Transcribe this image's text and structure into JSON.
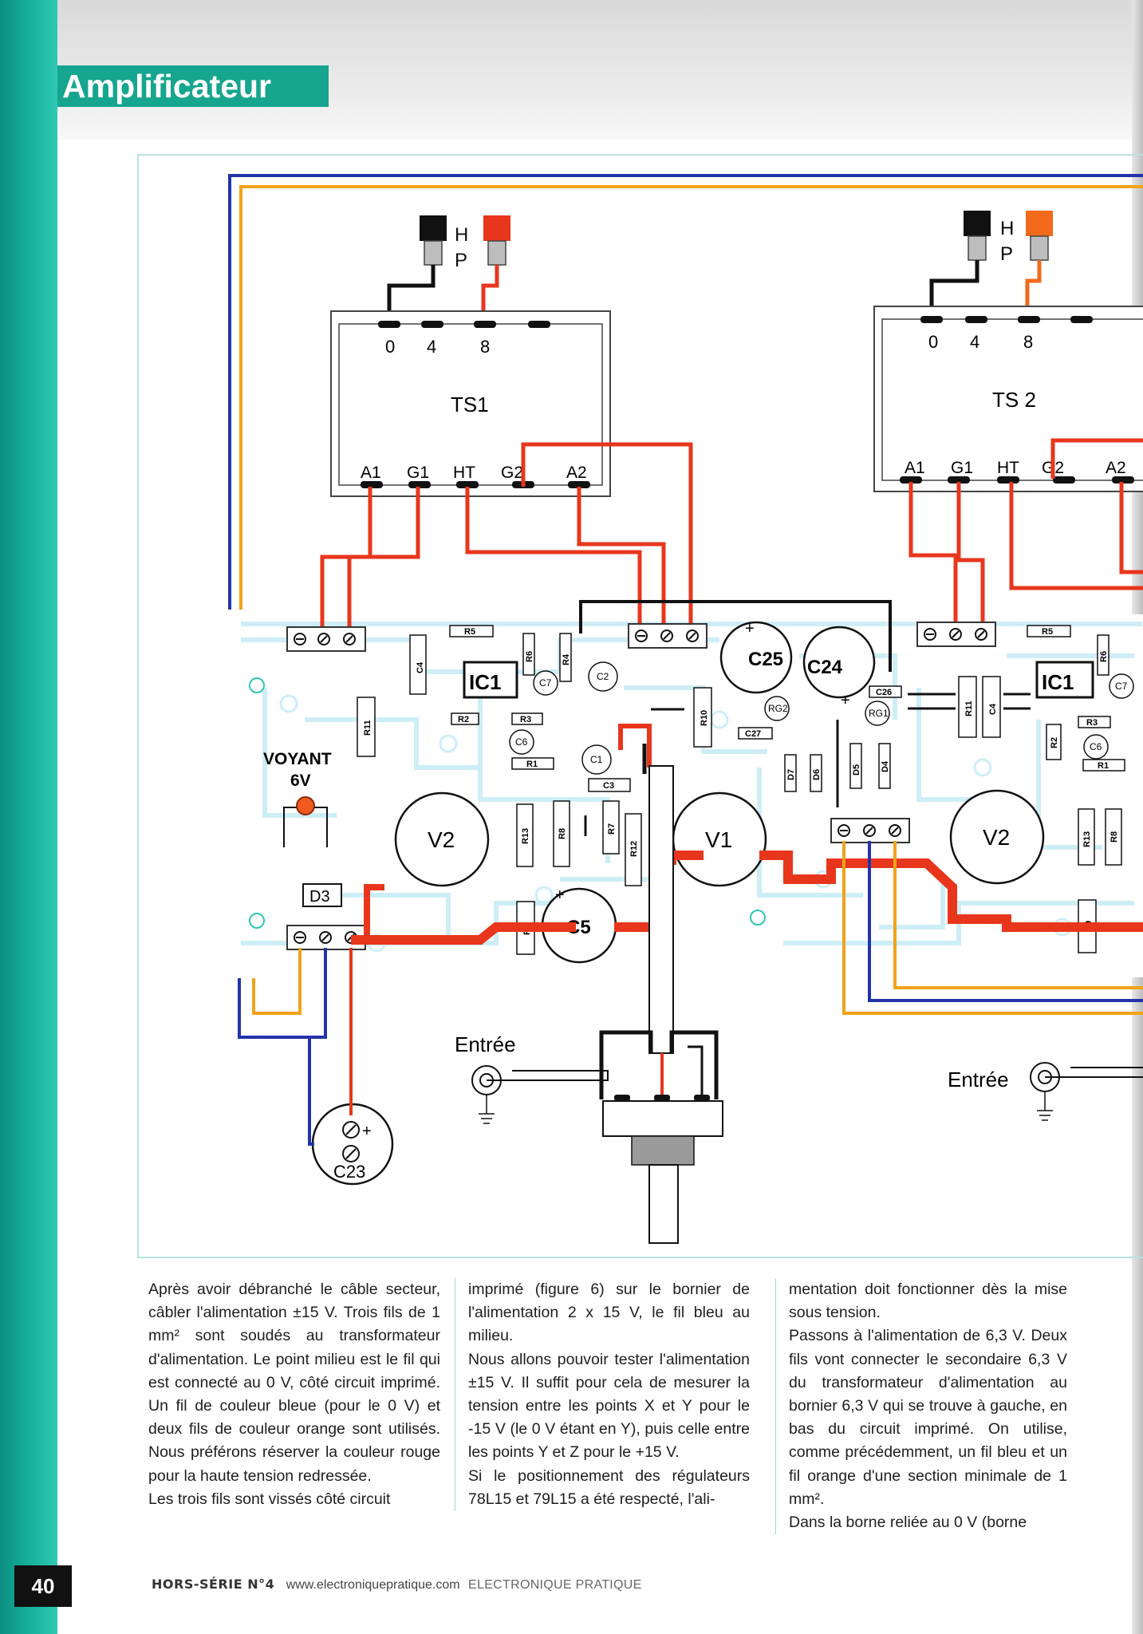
{
  "header": {
    "section_title": "Amplificateur"
  },
  "schematic": {
    "hp_letter_h": "H",
    "hp_letter_p": "P",
    "transformer_left": {
      "name": "TS1",
      "taps": [
        "0",
        "4",
        "8"
      ],
      "pins": [
        "A1",
        "G1",
        "HT",
        "G2",
        "A2"
      ]
    },
    "transformer_right": {
      "name": "TS 2",
      "taps": [
        "0",
        "4",
        "8"
      ],
      "pins": [
        "A1",
        "G1",
        "HT",
        "G2",
        "A2"
      ]
    },
    "ic_left": "IC1",
    "ic_right": "IC1",
    "tubes": {
      "v2_left": "V2",
      "v1": "V1",
      "v2_right": "V2"
    },
    "capacitors": {
      "c25": "C25",
      "c24": "C24",
      "c5": "C5",
      "c23": "C23",
      "c4": "C4",
      "c6": "C6",
      "c7": "C7",
      "c2": "C2",
      "c1": "C1",
      "c3": "C3",
      "c27": "C27",
      "c26": "C26",
      "c4r": "C4",
      "c7r": "C7",
      "c6r": "C6"
    },
    "resistors": {
      "r5": "R5",
      "r6": "R6",
      "r4": "R4",
      "r2": "R2",
      "r3": "R3",
      "r1": "R1",
      "r11": "R11",
      "r10": "R10",
      "r13": "R13",
      "r8": "R8",
      "r7": "R7",
      "r12": "R12",
      "r9": "R9",
      "r5r": "R5",
      "r6r": "R6",
      "r11r": "R11",
      "r2r": "R2",
      "r3r": "R3",
      "r1r": "R1",
      "r13r": "R13",
      "r8r": "R8",
      "r9r": "R9"
    },
    "regulators": {
      "rg1": "RG1",
      "rg2": "RG2"
    },
    "diodes": {
      "d3": "D3",
      "d4": "D4",
      "d5": "D5",
      "d6": "D6",
      "d7": "D7"
    },
    "voyant_line1": "VOYANT",
    "voyant_line2": "6V",
    "entree_left": "Entrée",
    "entree_right": "Entrée"
  },
  "article": {
    "col1": [
      "Après avoir débranché le câble secteur, câbler l'alimentation ±15 V. Trois fils de 1 mm² sont soudés au transformateur d'alimentation. Le point milieu est le fil qui est connecté au 0 V, côté circuit imprimé. Un fil de couleur bleue (pour le 0 V) et deux fils de couleur orange sont utilisés. Nous préférons réserver la couleur rouge pour la haute tension redressée.",
      "Les trois fils sont vissés côté circuit"
    ],
    "col2": [
      "imprimé (figure 6) sur le bornier de l'alimentation 2 x 15 V, le fil bleu au milieu.",
      "Nous allons pouvoir tester l'alimentation ±15 V. Il suffit pour cela de mesurer la tension entre les points X et Y pour le -15 V (le 0 V étant en Y), puis celle entre les points Y et Z pour le +15 V.",
      "Si le positionnement des régulateurs 78L15 et 79L15 a été respecté, l'ali-"
    ],
    "col3": [
      "mentation doit fonctionner dès la mise sous tension.",
      "Passons à l'alimentation de 6,3 V. Deux fils vont connecter le secondaire 6,3 V du transformateur d'alimentation au bornier 6,3 V qui se trouve à gauche, en bas du circuit imprimé. On utilise, comme précédemment, un fil bleu et un fil orange d'une section minimale de 1 mm².",
      "Dans la borne reliée au 0 V (borne"
    ]
  },
  "footer": {
    "page_number": "40",
    "issue": "HORS-SÉRIE N°4",
    "website": "www.electroniquepratique.com",
    "brand": "ELECTRONIQUE PRATIQUE"
  },
  "colors": {
    "accent_teal": "#16a58f",
    "wire_red": "#e8361c",
    "wire_orange": "#f2a21b",
    "wire_blue": "#2233aa",
    "pcb_trace": "#cdeef7"
  }
}
